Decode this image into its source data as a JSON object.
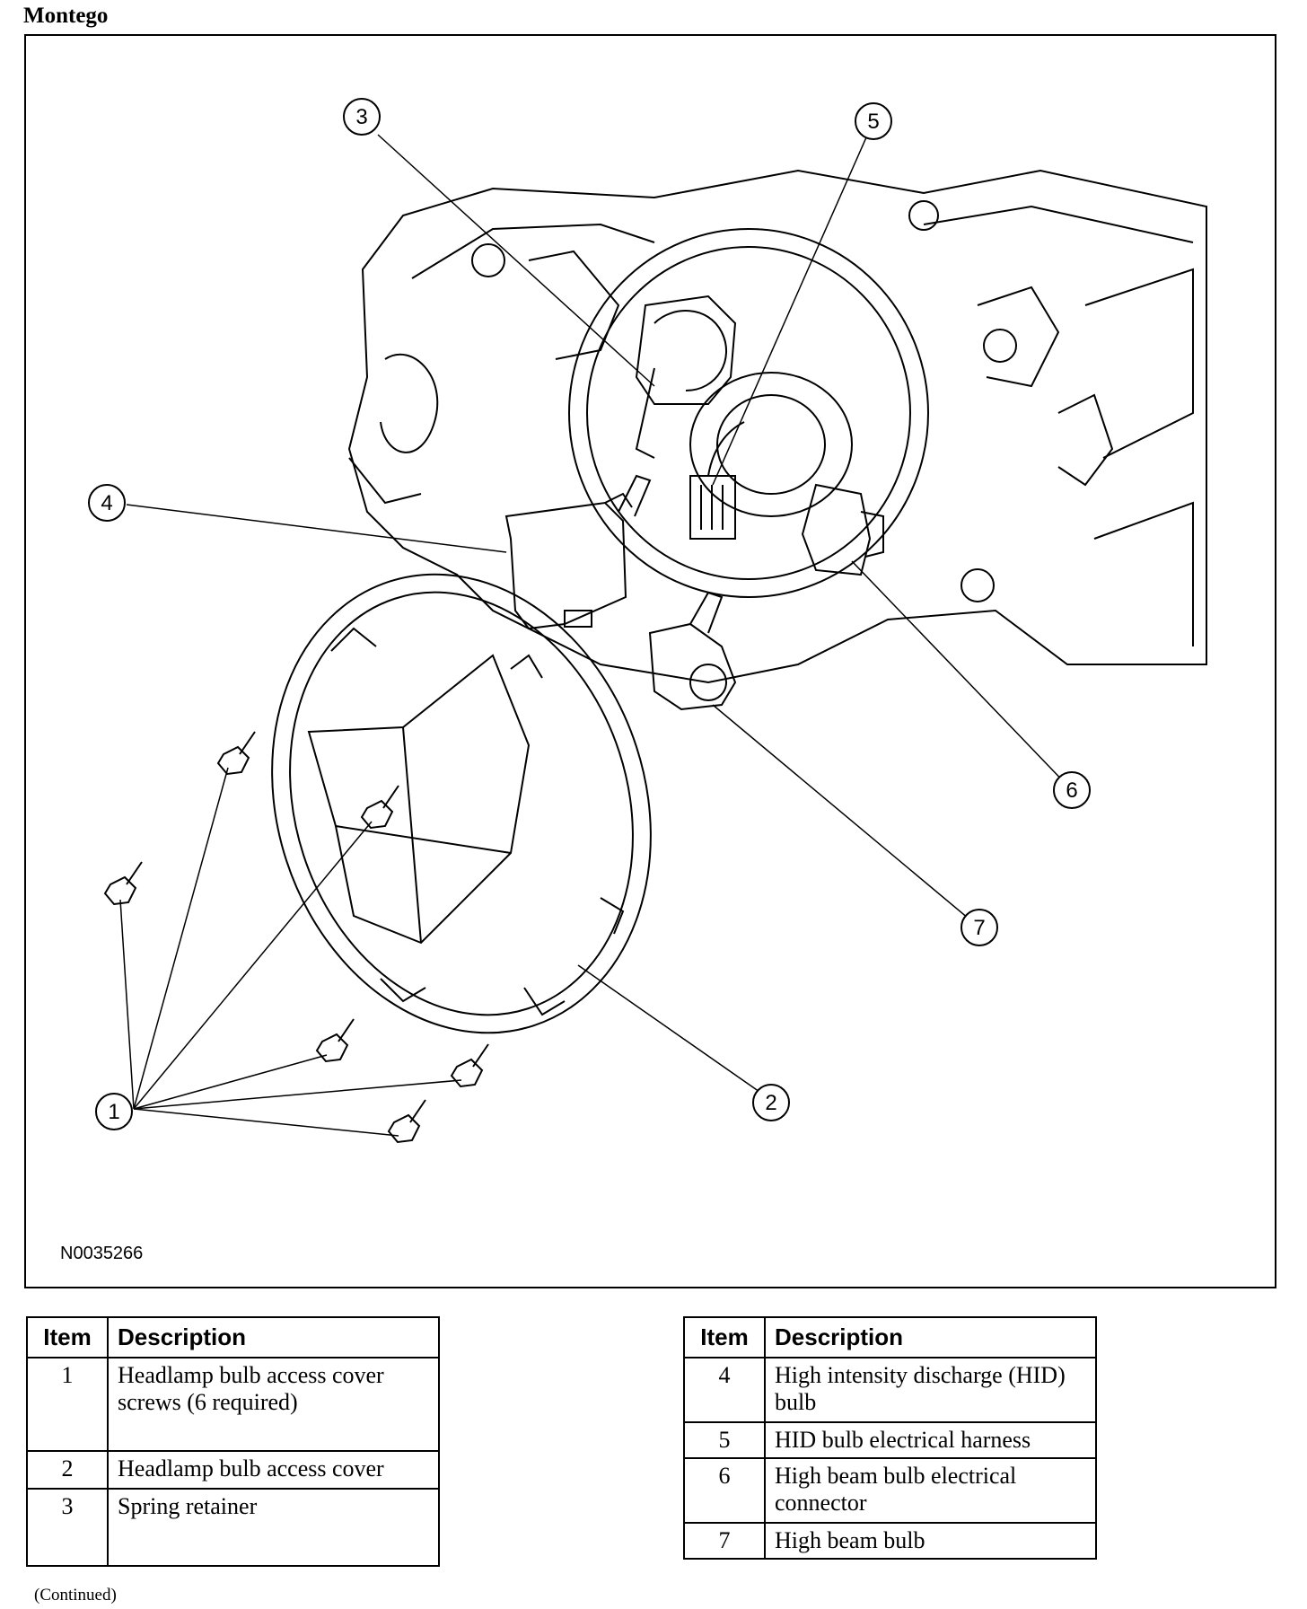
{
  "heading": "Montego",
  "figure": {
    "id": "N0035266",
    "callouts": [
      "1",
      "2",
      "3",
      "4",
      "5",
      "6",
      "7"
    ]
  },
  "tables": {
    "header_item": "Item",
    "header_description": "Description",
    "left": [
      {
        "item": "1",
        "description": "Headlamp bulb access cover screws (6 required)"
      },
      {
        "item": "2",
        "description": "Headlamp bulb access cover"
      },
      {
        "item": "3",
        "description": "Spring retainer"
      }
    ],
    "right": [
      {
        "item": "4",
        "description": "High intensity discharge (HID) bulb"
      },
      {
        "item": "5",
        "description": "HID bulb electrical harness"
      },
      {
        "item": "6",
        "description": "High beam bulb electrical connector"
      },
      {
        "item": "7",
        "description": "High beam bulb"
      }
    ]
  },
  "footer": "(Continued)"
}
